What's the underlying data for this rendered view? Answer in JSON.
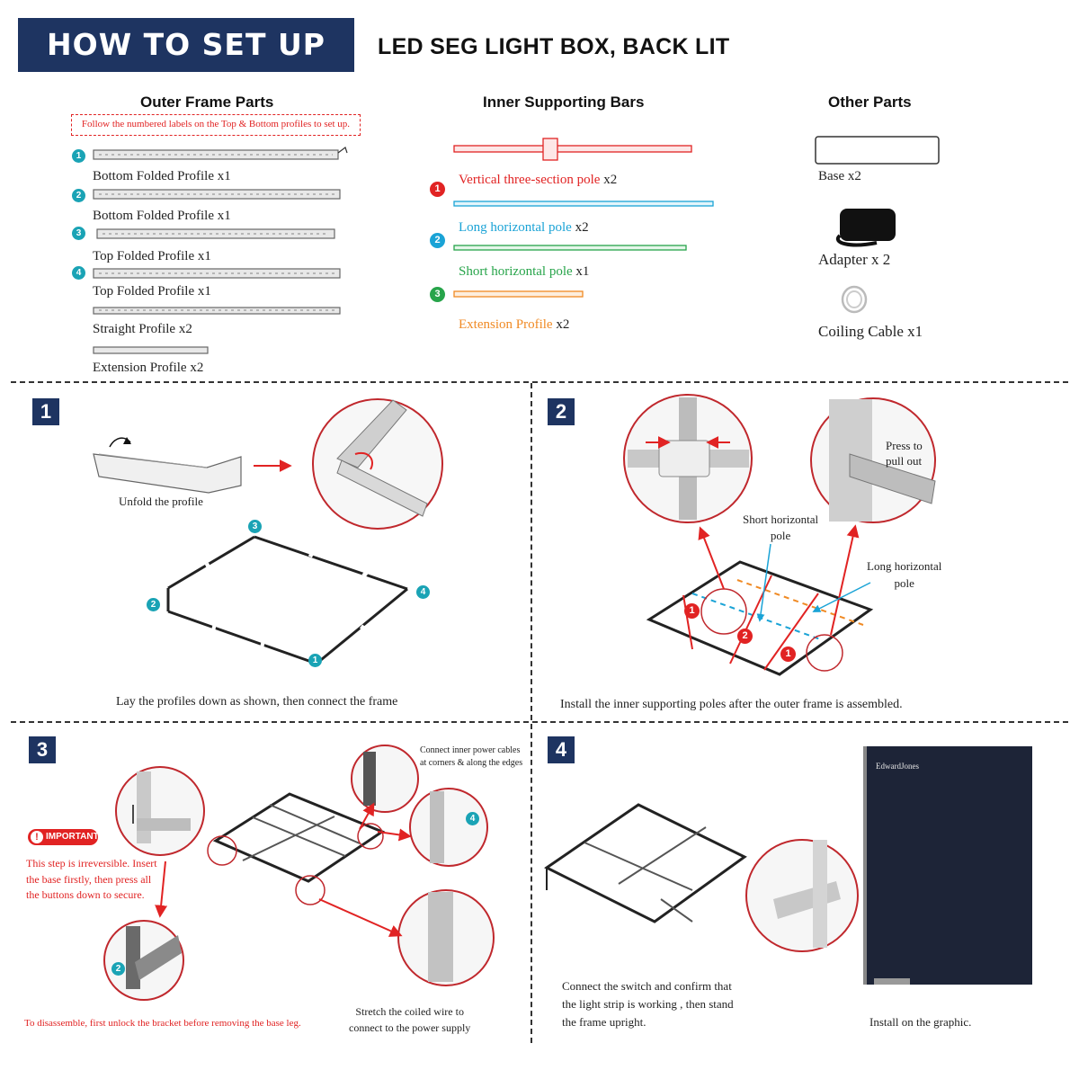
{
  "header": {
    "title": "HOW TO SET UP",
    "subtitle": "LED SEG LIGHT BOX, BACK LIT"
  },
  "parts": {
    "outer_frame": {
      "heading": "Outer Frame Parts",
      "note": "Follow the numbered labels on the Top & Bottom profiles to set up.",
      "items": [
        {
          "badge": "1",
          "label": "Bottom Folded Profile x1"
        },
        {
          "badge": "2",
          "label": "Bottom Folded Profile x1"
        },
        {
          "badge": "3",
          "label": "Top Folded Profile x1"
        },
        {
          "badge": "4",
          "label": "Top Folded Profile x1"
        },
        {
          "badge": "",
          "label": "Straight Profile x2"
        },
        {
          "badge": "",
          "label": "Extension Profile x2"
        }
      ]
    },
    "inner_bars": {
      "heading": "Inner Supporting Bars",
      "items": [
        {
          "badge": "1",
          "name": "Vertical three-section pole",
          "qty": "x2",
          "color": "#e12323"
        },
        {
          "badge": "2",
          "name": "Long horizontal pole",
          "qty": "x2",
          "color": "#1aa3d6"
        },
        {
          "badge": "",
          "name": "Short horizontal pole",
          "qty": "x1",
          "color": "#27a44a"
        },
        {
          "badge": "3",
          "name": "Extension Profile",
          "qty": "x2",
          "color": "#f08a24"
        }
      ]
    },
    "other": {
      "heading": "Other Parts",
      "items": [
        {
          "label": "Base x2"
        },
        {
          "label": "Adapter x 2"
        },
        {
          "label": "Coiling Cable x1"
        }
      ]
    }
  },
  "steps": [
    {
      "number": "1",
      "unfold_label": "Unfold the profile",
      "caption": "Lay the profiles down as shown, then connect the frame",
      "badges": [
        "1",
        "2",
        "3",
        "4"
      ]
    },
    {
      "number": "2",
      "press_label": "Press to\npull out",
      "short_pole_label": "Short horizontal\npole",
      "long_pole_label": "Long horizontal\npole",
      "caption": "Install the inner supporting poles after the outer frame is assembled.",
      "badges": [
        "1",
        "2",
        "1"
      ]
    },
    {
      "number": "3",
      "important_label": "IMPORTANT",
      "important_text": "This step is irreversible. Insert the base firstly, then press all the buttons down to secure.",
      "connect_label": "Connect inner power cables\nat corners & along the edges",
      "stretch_label": "Stretch the coiled wire to\nconnect to the power supply",
      "disassemble_label": "To disassemble, first unlock the bracket before removing the base leg.",
      "badges": [
        "2",
        "4"
      ]
    },
    {
      "number": "4",
      "connect_label": "Connect the switch and confirm that\nthe light strip is working , then stand\nthe frame upright.",
      "graphic_label": "Install on the graphic.",
      "brand_text": "EdwardJones"
    }
  ],
  "colors": {
    "navy": "#1e3461",
    "red": "#e12323",
    "teal": "#1aa3b5",
    "blue": "#1aa3d6",
    "green": "#27a44a",
    "orange": "#f08a24"
  }
}
